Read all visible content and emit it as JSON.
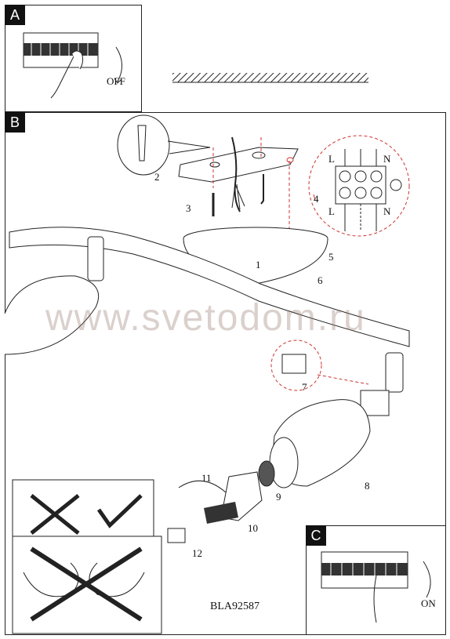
{
  "panels": {
    "a": {
      "label": "A",
      "caption": "OFF"
    },
    "b": {
      "label": "B"
    },
    "c": {
      "label": "C",
      "caption": "ON"
    }
  },
  "terminal_labels": {
    "top_left": "L",
    "top_right": "N",
    "bottom_left": "L",
    "bottom_right": "N"
  },
  "steps": [
    "1",
    "2",
    "3",
    "4",
    "5",
    "6",
    "7",
    "8",
    "9",
    "10",
    "11",
    "12"
  ],
  "watermark": "www.svetodom.ru",
  "model_code": "BLA92587"
}
